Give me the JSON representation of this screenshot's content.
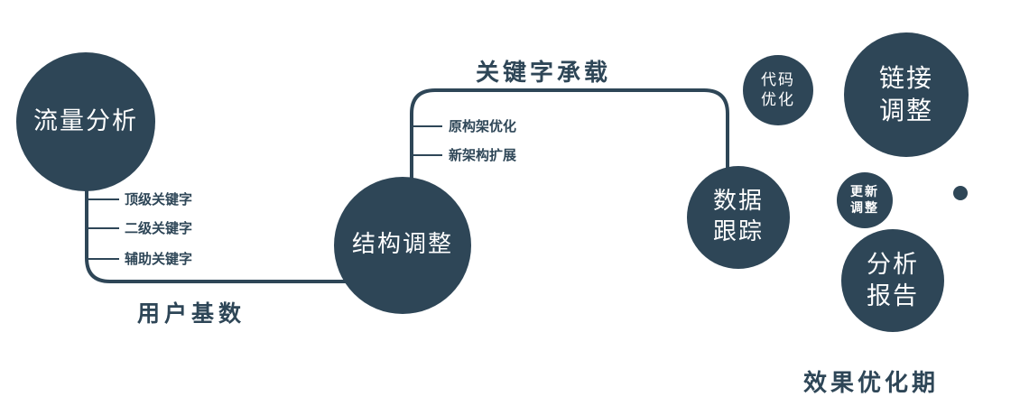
{
  "colors": {
    "primary": "#2e4657",
    "node_text": "#ffffff",
    "background": "#ffffff"
  },
  "nodes": {
    "traffic": {
      "label": "流量分析"
    },
    "structure": {
      "label": "结构调整"
    },
    "data_tracking": {
      "label": "数据跟踪"
    },
    "code_optimization": {
      "label": "代码优化"
    },
    "link_adjustment": {
      "label": "链接调整"
    },
    "update_adjustment": {
      "label": "更新调整"
    },
    "analysis_report": {
      "label": "分析报告"
    }
  },
  "edges": {
    "user_base": {
      "label": "用户基数"
    },
    "keyword_bearing": {
      "label": "关键字承载"
    }
  },
  "branches": {
    "traffic": [
      "顶级关键字",
      "二级关键字",
      "辅助关键字"
    ],
    "structure": [
      "原构架优化",
      "新架构扩展"
    ]
  },
  "footer": {
    "label": "效果优化期"
  }
}
